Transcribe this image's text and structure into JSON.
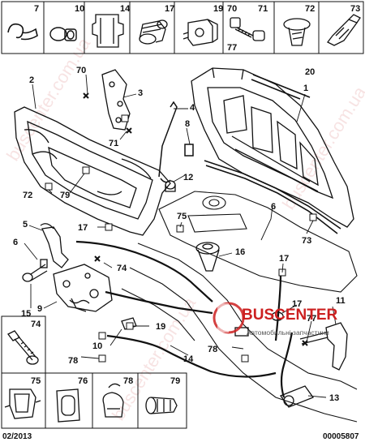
{
  "top_strip": [
    {
      "id": "7"
    },
    {
      "id": "10"
    },
    {
      "id": "14"
    },
    {
      "id": "17"
    },
    {
      "id": "19"
    },
    {
      "id": "70",
      "sub": "77"
    },
    {
      "id": "71"
    },
    {
      "id": "72"
    },
    {
      "id": "73"
    }
  ],
  "left_panels": [
    {
      "id": "74"
    },
    {
      "id": "75"
    },
    {
      "id": "76"
    },
    {
      "id": "78"
    },
    {
      "id": "79"
    }
  ],
  "callouts": [
    "1",
    "2",
    "3",
    "4",
    "5",
    "6",
    "8",
    "9",
    "10",
    "11",
    "12",
    "13",
    "14",
    "15",
    "16",
    "17",
    "17",
    "17",
    "19",
    "20",
    "70",
    "71",
    "72",
    "73",
    "74",
    "75",
    "77",
    "78",
    "78",
    "79"
  ],
  "watermark": {
    "brand": "BUSCENTER",
    "tagline": "Автомобильні запчастини"
  },
  "footer": {
    "date": "02/2013",
    "code": "00005807"
  },
  "colors": {
    "line": "#111111",
    "watermark": "#cc2020"
  }
}
